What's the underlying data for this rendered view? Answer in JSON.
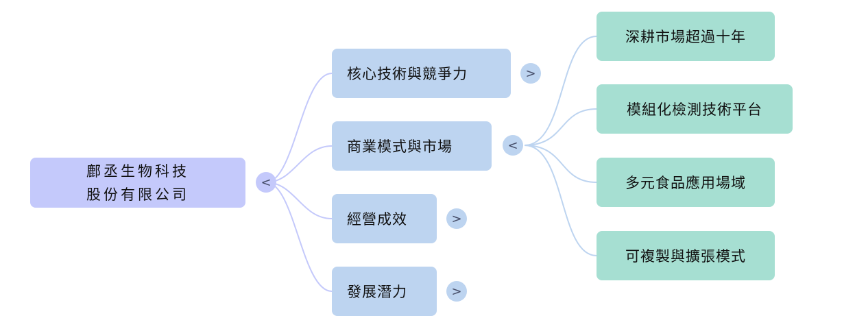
{
  "root": {
    "line1": "鄜丞生物科技",
    "line2": "股份有限公司",
    "toggle": "<"
  },
  "branches": [
    {
      "label": "核心技術與競爭力",
      "toggle": ">"
    },
    {
      "label": "商業模式與市場",
      "toggle": "<"
    },
    {
      "label": "經營成效",
      "toggle": ">"
    },
    {
      "label": "發展潛力",
      "toggle": ">"
    }
  ],
  "leaves": [
    {
      "label": "深耕市場超過十年"
    },
    {
      "label": "模組化檢測技術平台"
    },
    {
      "label": "多元食品應用場域"
    },
    {
      "label": "可複製與擴張模式"
    }
  ],
  "colors": {
    "root_fill": "#c4c9fb",
    "branch_fill": "#bdd4f0",
    "leaf_fill": "#a6dfd2",
    "root_links": "#c4c9fb",
    "leaf_links": "#bdd4f0"
  }
}
